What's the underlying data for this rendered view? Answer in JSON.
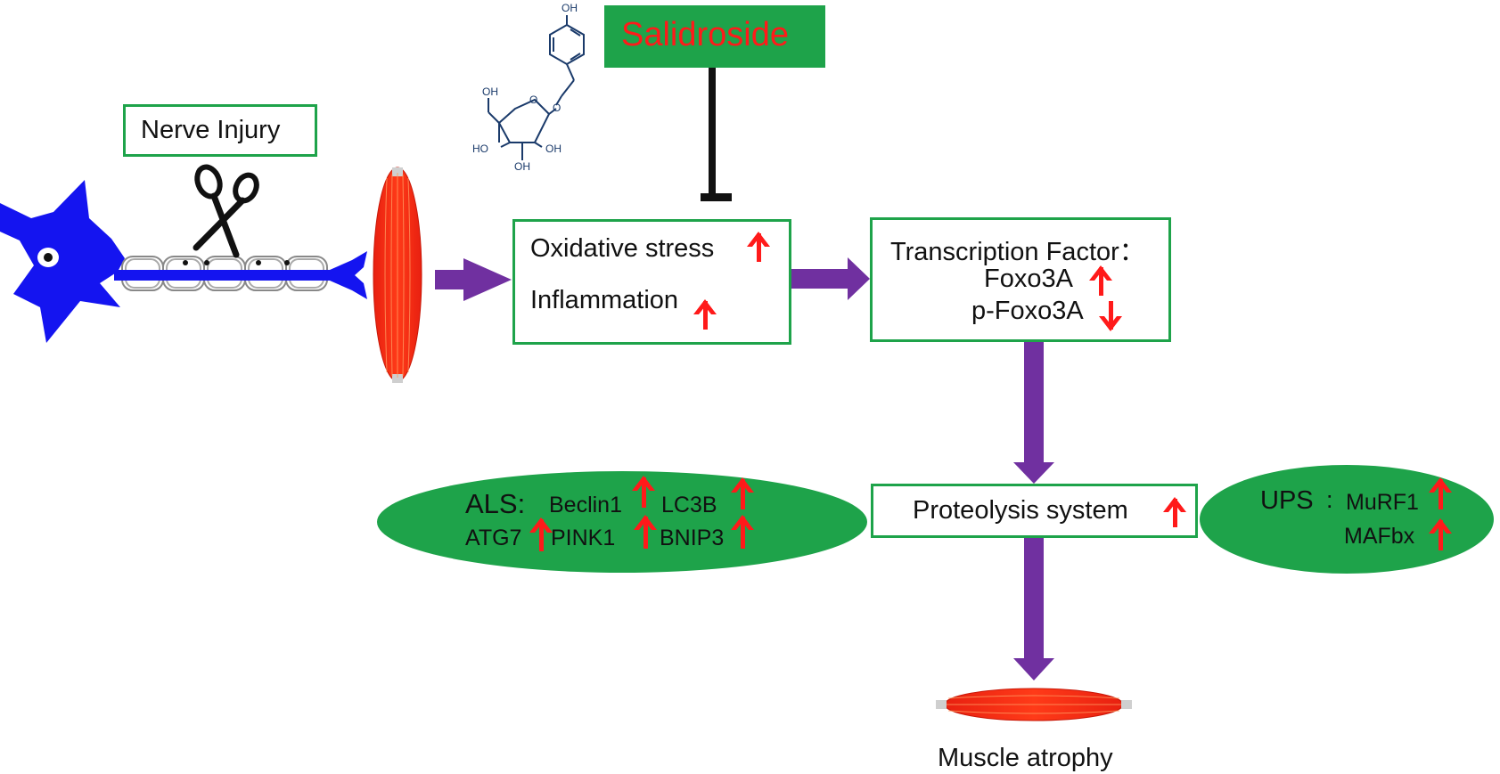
{
  "nerve_injury": "Nerve Injury",
  "salidroside": "Salidroside",
  "molecule_labels": {
    "top_oh": "OH",
    "ch2oh": "OH",
    "ring_o": "O",
    "link_o": "O",
    "ho_left": "HO",
    "oh_right": "OH",
    "oh_bottom": "OH"
  },
  "effects_box": {
    "oxidative": "Oxidative stress",
    "inflammation": "Inflammation"
  },
  "tf_box": {
    "title": "Transcription Factor：",
    "foxo": "Foxo3A",
    "pfoxo": "p-Foxo3A"
  },
  "proteolysis": "Proteolysis system",
  "als": {
    "label": "ALS:",
    "beclin1": "Beclin1",
    "lc3b": "LC3B",
    "atg7": "ATG7",
    "pink1": "PINK1",
    "bnip3": "BNIP3"
  },
  "ups": {
    "label": "UPS",
    "sep": ":",
    "murf1": "MuRF1",
    "mafbx": "MAFbx"
  },
  "muscle_atrophy": "Muscle atrophy",
  "colors": {
    "green": "#1ea34a",
    "red_arrow": "#ff1a1a",
    "purple": "#7030a0",
    "neuron_blue": "#1414f0",
    "muscle_red": "#ff2a10",
    "salidroside_text": "#ff1a1a",
    "molecule_blue": "#1a3a6a"
  }
}
